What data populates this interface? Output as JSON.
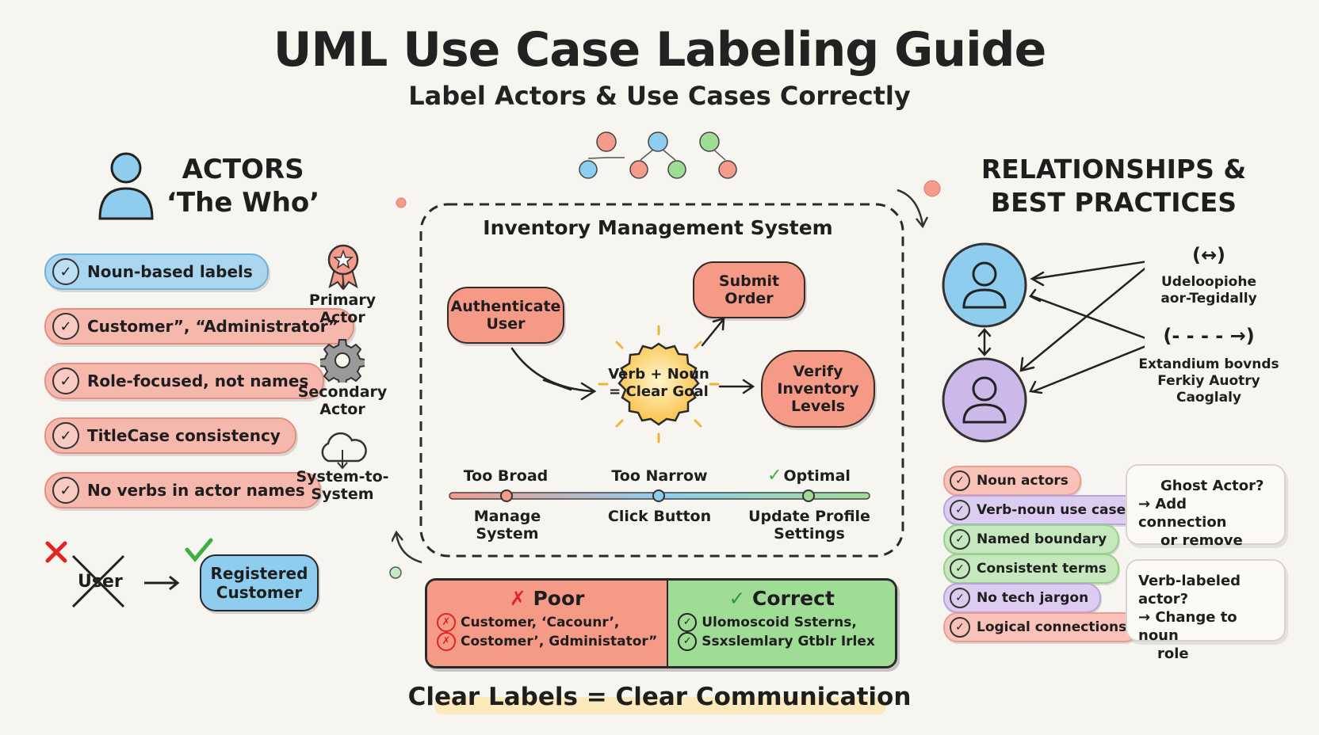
{
  "header": {
    "title": "UML Use Case Labeling Guide",
    "subtitle": "Label Actors & Use Cases Correctly"
  },
  "actors": {
    "heading_line1": "ACTORS",
    "heading_line2": "‘The Who’",
    "rules": [
      "Noun-based labels",
      "Customer”, “Administrator”",
      "Role-focused, not names",
      "TitleCase consistency",
      "No verbs in actor names"
    ],
    "types": [
      {
        "label_line1": "Primary",
        "label_line2": "Actor",
        "icon": "award-ribbon-icon"
      },
      {
        "label_line1": "Secondary",
        "label_line2": "Actor",
        "icon": "gear-icon"
      },
      {
        "label_line1": "System-to-",
        "label_line2": "System",
        "icon": "cloud-icon"
      }
    ],
    "bad_example": "User",
    "good_example_line1": "Registered",
    "good_example_line2": "Customer"
  },
  "system": {
    "title": "Inventory Management System",
    "use_cases": [
      {
        "line1": "Authenticate",
        "line2": "User"
      },
      {
        "line1": "Submit",
        "line2": "Order"
      },
      {
        "line1": "Verify",
        "line2": "Inventory",
        "line3": "Levels"
      }
    ],
    "center_line1": "Verb + Noun",
    "center_line2": "= Clear Goal",
    "scale": {
      "labels": [
        "Too Broad",
        "Too Narrow",
        "Optimal"
      ],
      "check_mark": "✓",
      "examples": [
        "Manage System",
        "Click Button",
        "Update Profile"
      ],
      "example_extra": "Settings"
    }
  },
  "comparison": {
    "poor_title": "Poor",
    "poor_lines": [
      "Customer, ‘Cacounr’,",
      "Costomer’, Gdministator”"
    ],
    "correct_title": "Correct",
    "correct_lines": [
      "Ulomoscoid Ssterns,",
      "Ssxslemlary Gtblr Irlex"
    ]
  },
  "relationships": {
    "heading_line1": "RELATIONSHIPS &",
    "heading_line2": "BEST PRACTICES",
    "assoc_symbol": "(↔)",
    "assoc_line1": "Udeloopiohe",
    "assoc_line2": "aor-Tegidally",
    "dep_symbol": "(- - - - →)",
    "dep_line1": "Extandium bovnds",
    "dep_line2": "Ferkiy Auotry",
    "dep_line3": "Caoglaly",
    "practices": [
      "Noun actors",
      "Verb-noun use cases",
      "Named boundary",
      "Consistent terms",
      "No tech jargon",
      "Logical connections"
    ],
    "note1_line1": "Ghost Actor?",
    "note1_line2": "→ Add connection",
    "note1_line3": "or remove",
    "note2_line1": "Verb-labeled actor?",
    "note2_line2": "→ Change to noun",
    "note2_line3": "role"
  },
  "footer": "Clear Labels = Clear Communication",
  "colors": {
    "red": "#f59a87",
    "blue": "#8fcdef",
    "green": "#9fdc95",
    "purple": "#cdb8ea",
    "check_green": "#3cb043",
    "cross_red": "#e02424"
  }
}
